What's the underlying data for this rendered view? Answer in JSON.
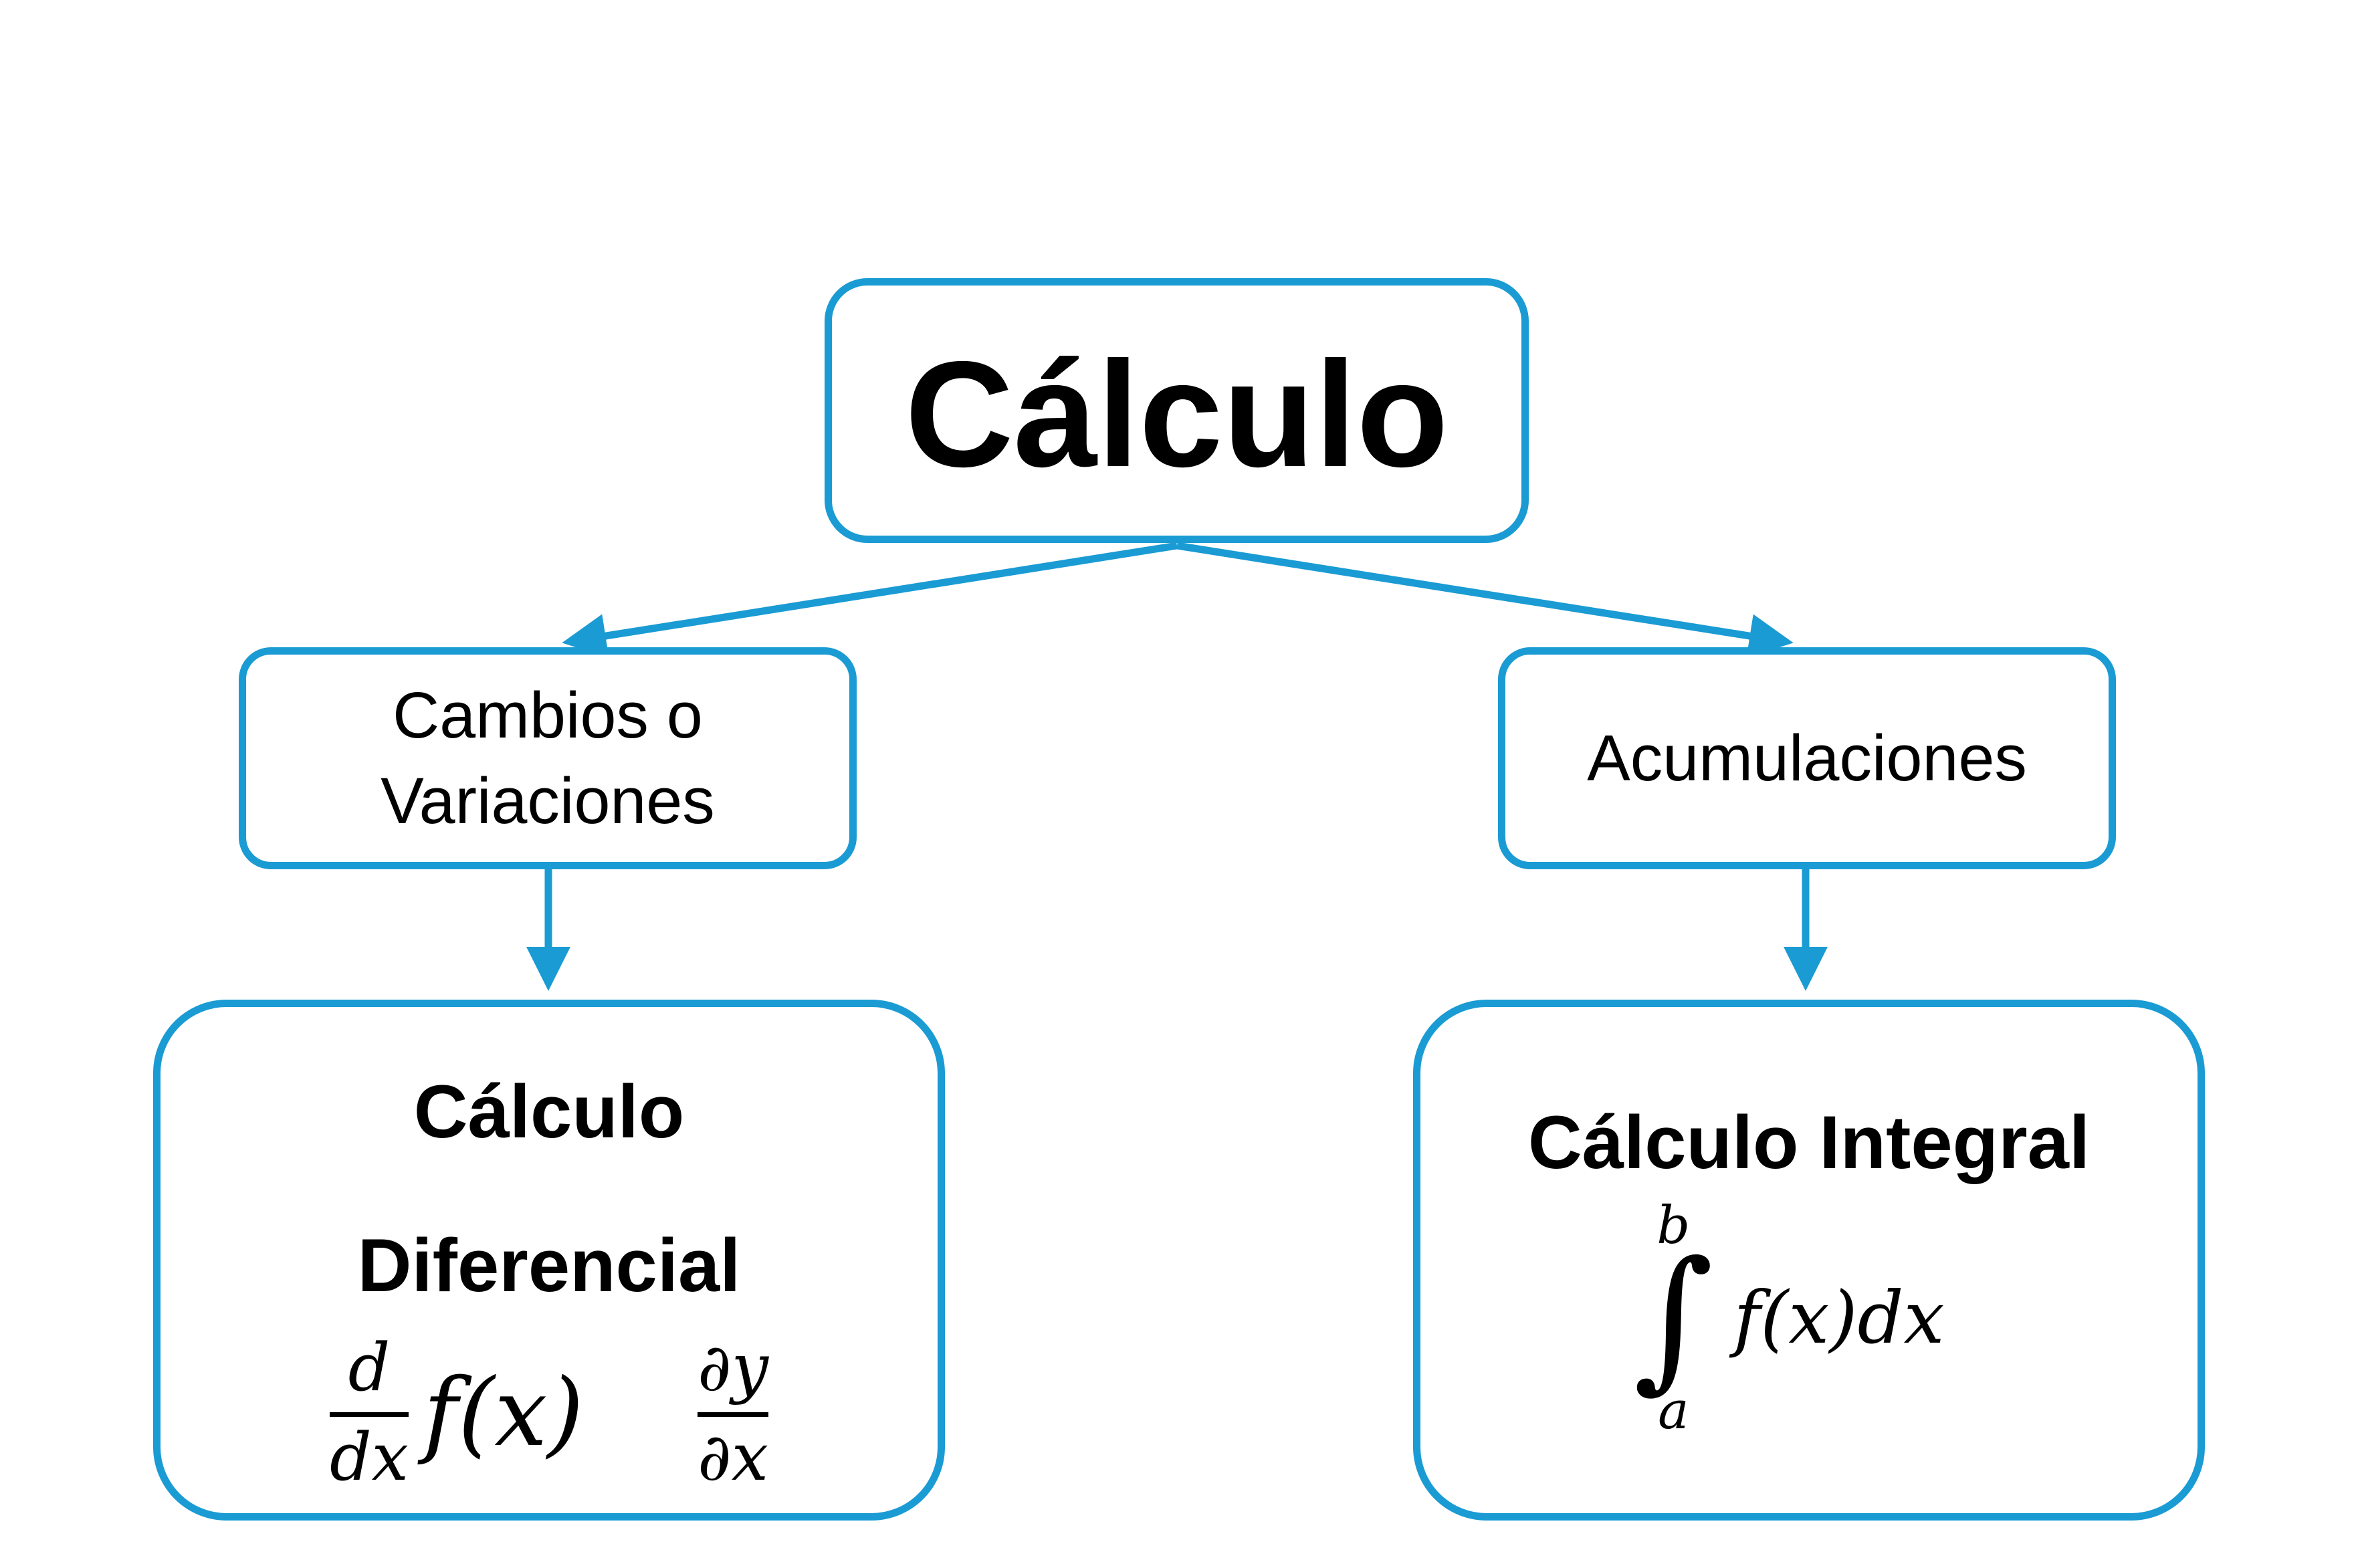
{
  "diagram": {
    "root": {
      "label": "Cálculo"
    },
    "branches": [
      {
        "label_lines": [
          "Cambios o",
          "Variaciones"
        ],
        "leaf": {
          "title_lines": [
            "Cálculo",
            "Diferencial"
          ],
          "formulas": {
            "ordinary": {
              "numerator": "d",
              "denominator": "dx",
              "operand": "f(x)"
            },
            "partial": {
              "numerator": "∂y",
              "denominator": "∂x"
            }
          }
        }
      },
      {
        "label_lines": [
          "Acumulaciones"
        ],
        "leaf": {
          "title_lines": [
            "Cálculo Integral"
          ],
          "formula": {
            "upper": "b",
            "sign": "∫",
            "lower": "a",
            "integrand": "f(x)dx"
          }
        }
      }
    ],
    "colors": {
      "accent": "#1A9BD3",
      "text": "#000000",
      "background": "#FFFFFF"
    }
  }
}
